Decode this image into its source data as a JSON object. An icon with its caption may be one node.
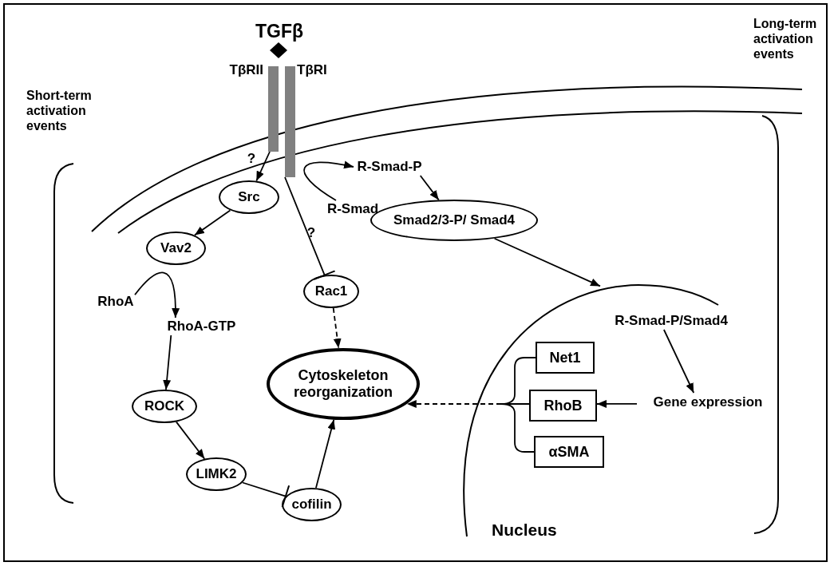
{
  "diagram": {
    "nodes": [
      {
        "text": [
          "TβRII"
        ]
      },
      {
        "text": [
          "TβRI"
        ]
      },
      {
        "text": [
          "R-Smad-P"
        ]
      },
      {
        "text": [
          "Src"
        ]
      },
      {
        "text": [
          "R-Smad"
        ]
      },
      {
        "text": [
          "Smad2/3-P/ Smad4"
        ]
      },
      {
        "text": [
          "Vav2"
        ]
      },
      {
        "text": [
          "Rac1"
        ]
      },
      {
        "text": [
          "RhoA"
        ]
      },
      {
        "text": [
          "Nucleus"
        ]
      },
      {
        "text": [
          "R-Smad-P/Smad4"
        ],
        "in": 9
      },
      {
        "text": [
          "RhoA-GTP"
        ]
      },
      {
        "text": [
          "Net1"
        ],
        "in": 9
      },
      {
        "text": [
          "Cytoskeleton reorganization"
        ]
      },
      {
        "text": [
          "RhoB"
        ],
        "in": 9
      },
      {
        "text": [
          "Gene expression"
        ],
        "in": 9
      },
      {
        "text": [
          "ROCK"
        ]
      },
      {
        "text": [
          "αSMA"
        ],
        "in": 9
      },
      {
        "text": [
          "LIMK2"
        ]
      },
      {
        "text": [
          "cofilin"
        ]
      }
    ],
    "edges": [
      {
        "from": 0,
        "to": 3,
        "arrow": "to",
        "label": "?"
      },
      {
        "from": 3,
        "to": 6,
        "arrow": "to"
      },
      {
        "from": 8,
        "to": 11,
        "arrow": "to"
      },
      {
        "from": 11,
        "to": 16,
        "arrow": "to"
      },
      {
        "from": 16,
        "to": 18,
        "arrow": "to"
      },
      {
        "from": 18,
        "to": 19,
        "arrow": "other"
      },
      {
        "from": 19,
        "to": 13,
        "arrow": "to"
      },
      {
        "from": 1,
        "to": 7,
        "arrow": "other",
        "label": "?"
      },
      {
        "from": 7,
        "to": 13,
        "arrow": "to",
        "style": "dashed"
      },
      {
        "from": 4,
        "to": 2,
        "arrow": "to"
      },
      {
        "from": 2,
        "to": 5,
        "arrow": "to"
      },
      {
        "from": 5,
        "to": 9,
        "arrow": "to"
      },
      {
        "from": 10,
        "to": 15,
        "arrow": "to"
      },
      {
        "from": 15,
        "to": 14,
        "arrow": "to"
      },
      {
        "from": 12,
        "to": 13,
        "arrow": "to",
        "style": "dashed"
      },
      {
        "from": 14,
        "to": 13,
        "arrow": "to",
        "style": "dashed"
      },
      {
        "from": 17,
        "to": 13,
        "arrow": "to",
        "style": "dashed"
      }
    ],
    "labels": [
      "TGFβ",
      "Long-term activation events",
      "Short-term activation events"
    ]
  }
}
